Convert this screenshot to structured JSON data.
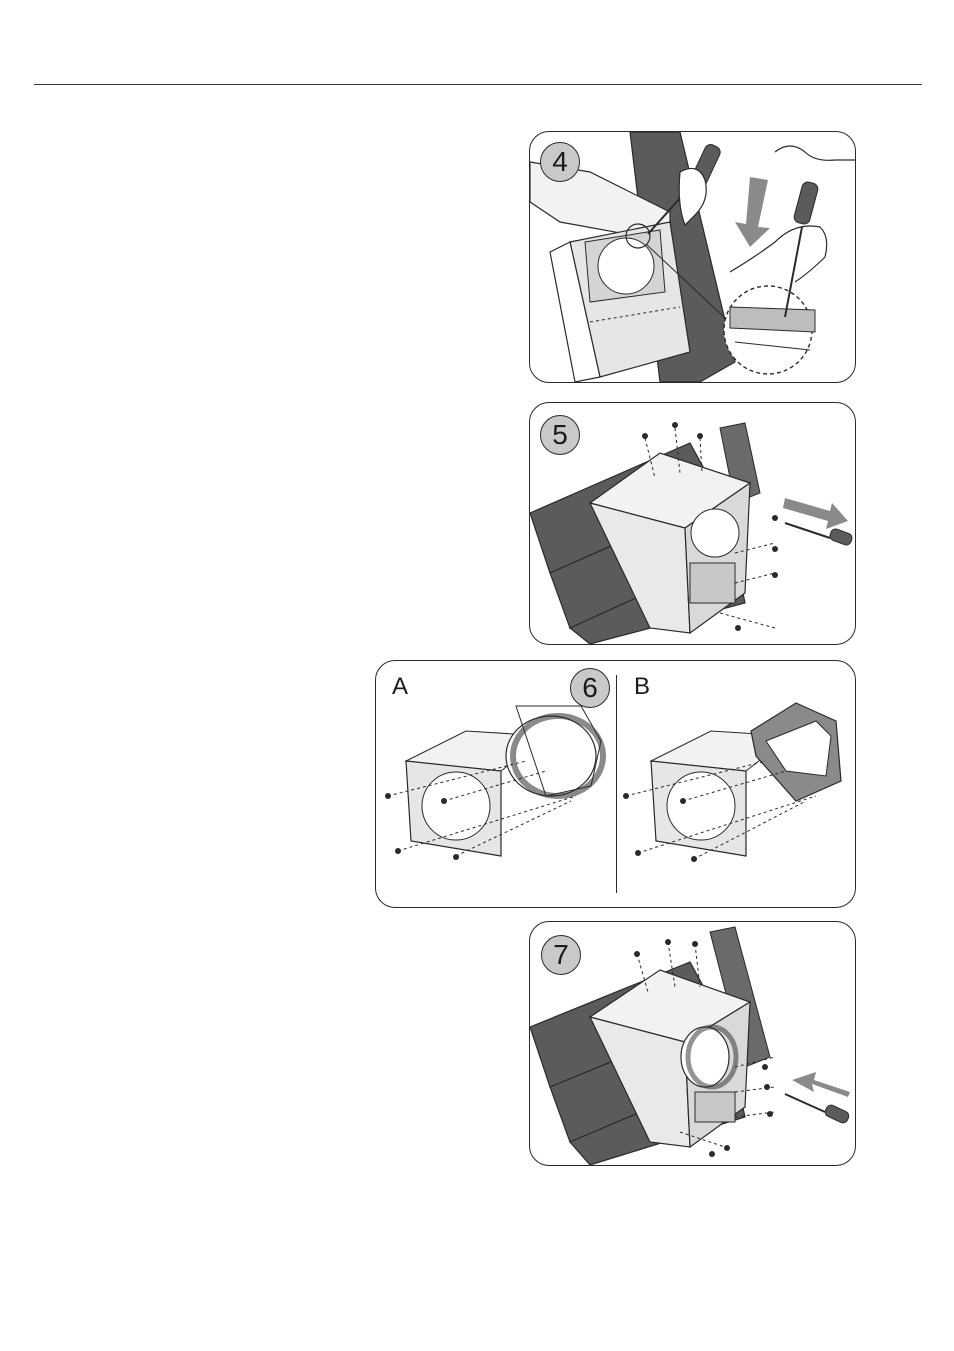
{
  "steps": [
    {
      "number": "4"
    },
    {
      "number": "5"
    },
    {
      "number": "6",
      "sub_labels": [
        "A",
        "B"
      ]
    },
    {
      "number": "7"
    }
  ],
  "icons": [
    "screwdriver-icon",
    "hand-icon",
    "arrow-icon",
    "screw-icon"
  ],
  "colors": {
    "line": "#2a2a2a",
    "badge_fill": "#c9c9c9",
    "dark_fill": "#5b5b5b",
    "light_fill": "#e6e6e6",
    "arrow": "#8a8a8a"
  }
}
